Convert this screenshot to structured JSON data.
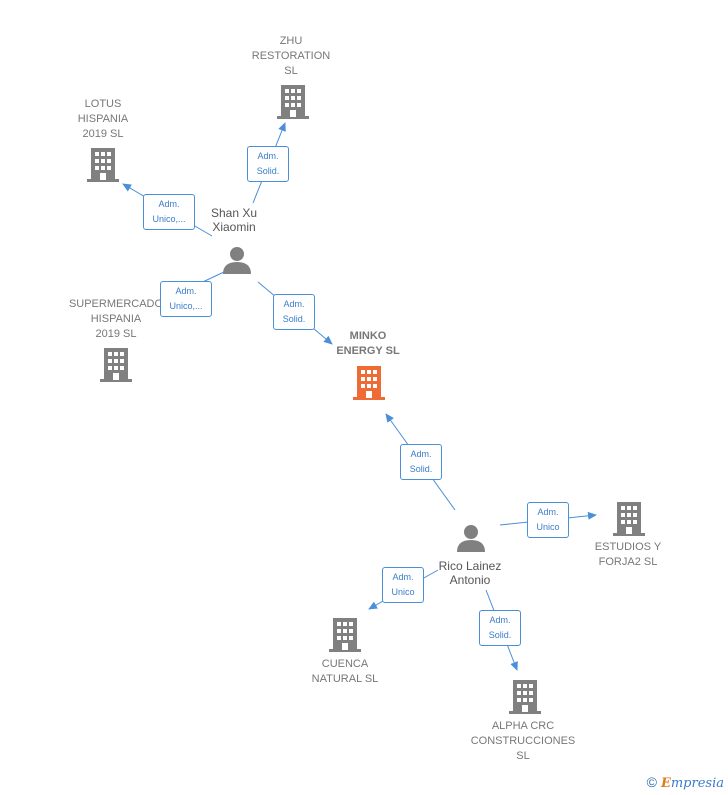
{
  "nodes": {
    "zhu": {
      "label": "ZHU\nRESTORATION\nSL"
    },
    "lotus": {
      "label": "LOTUS\nHISPANIA\n2019  SL"
    },
    "supermercado": {
      "label": "SUPERMERCADO\nHISPANIA\n2019  SL"
    },
    "minko": {
      "label": "MINKO\nENERGY  SL"
    },
    "estudios": {
      "label": "ESTUDIOS Y\nFORJA2  SL"
    },
    "cuenca": {
      "label": "CUENCA\nNATURAL  SL"
    },
    "alpha": {
      "label": "ALPHA CRC\nCONSTRUCCIONES\nSL"
    }
  },
  "persons": {
    "shan": {
      "label": "Shan Xu\nXiaomin"
    },
    "rico": {
      "label": "Rico Lainez\nAntonio"
    }
  },
  "edges": {
    "shan_zhu": "Adm.\nSolid.",
    "shan_lotus": "Adm.\nUnico,...",
    "shan_super": "Adm.\nUnico,...",
    "shan_minko": "Adm.\nSolid.",
    "rico_minko": "Adm.\nSolid.",
    "rico_estudios": "Adm.\nUnico",
    "rico_cuenca": "Adm.\nUnico",
    "rico_alpha": "Adm.\nSolid."
  },
  "colors": {
    "edge": "#4a8fd8",
    "company_icon": "#808080",
    "main_company_icon": "#f06a35",
    "person_icon": "#808080"
  },
  "footer": {
    "copyright": "©",
    "brand_first": "E",
    "brand_rest": "mpresia"
  }
}
